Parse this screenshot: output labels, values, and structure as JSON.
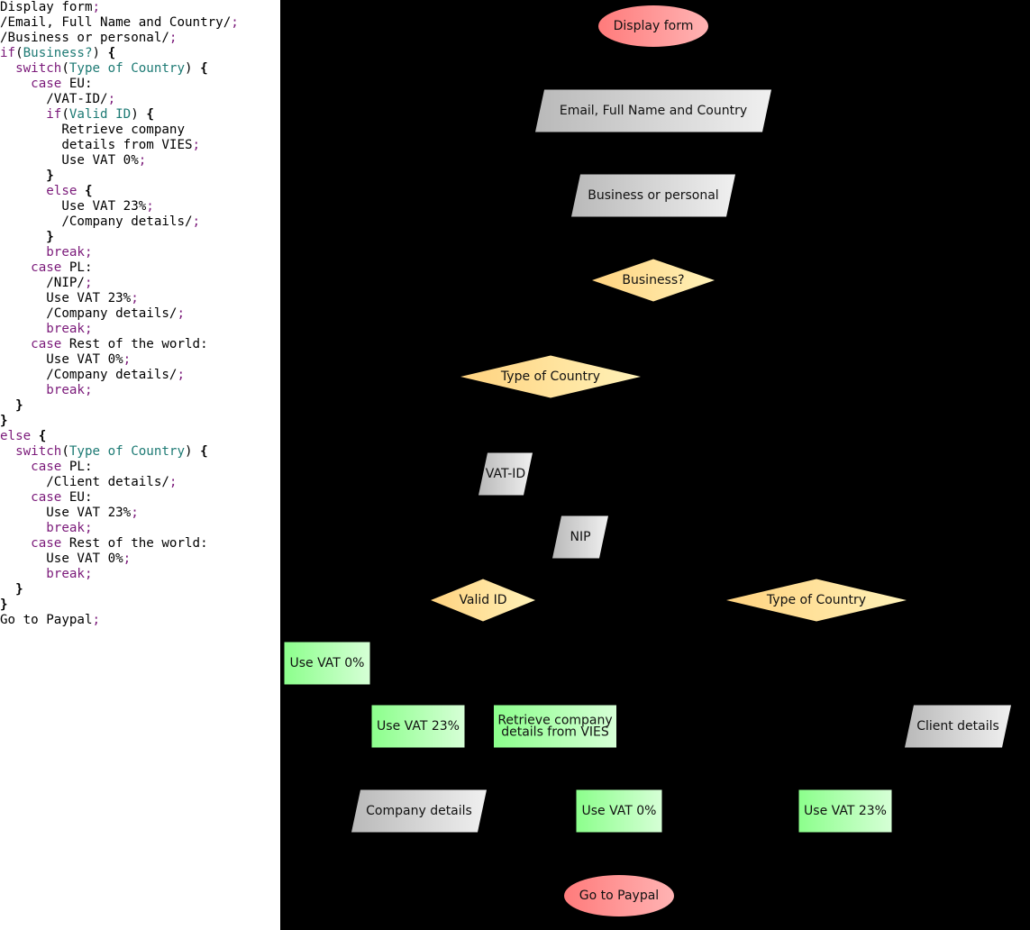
{
  "code_lines": [
    [
      {
        "t": "Display form"
      },
      {
        "t": ";",
        "c": "punct"
      }
    ],
    [
      {
        "t": "/Email, Full Name and Country/"
      },
      {
        "t": ";",
        "c": "punct"
      }
    ],
    [
      {
        "t": "/Business or personal/"
      },
      {
        "t": ";",
        "c": "punct"
      }
    ],
    [
      {
        "t": "if",
        "c": "kw"
      },
      {
        "t": "("
      },
      {
        "t": "Business?",
        "c": "cond"
      },
      {
        "t": ") "
      },
      {
        "t": "{",
        "c": "brace"
      }
    ],
    [
      {
        "t": "  switch",
        "c": "kw"
      },
      {
        "t": "("
      },
      {
        "t": "Type of Country",
        "c": "cond"
      },
      {
        "t": ") "
      },
      {
        "t": "{",
        "c": "brace"
      }
    ],
    [
      {
        "t": "    case",
        "c": "kw"
      },
      {
        "t": " EU:"
      }
    ],
    [
      {
        "t": "      /VAT-ID/"
      },
      {
        "t": ";",
        "c": "punct"
      }
    ],
    [
      {
        "t": "      if",
        "c": "kw"
      },
      {
        "t": "("
      },
      {
        "t": "Valid ID",
        "c": "cond"
      },
      {
        "t": ") "
      },
      {
        "t": "{",
        "c": "brace"
      }
    ],
    [
      {
        "t": "        Retrieve company"
      }
    ],
    [
      {
        "t": "        details from VIES"
      },
      {
        "t": ";",
        "c": "punct"
      }
    ],
    [
      {
        "t": "        Use VAT 0%"
      },
      {
        "t": ";",
        "c": "punct"
      }
    ],
    [
      {
        "t": "      }",
        "c": "brace"
      }
    ],
    [
      {
        "t": "      else",
        "c": "kw"
      },
      {
        "t": " "
      },
      {
        "t": "{",
        "c": "brace"
      }
    ],
    [
      {
        "t": "        Use VAT 23%"
      },
      {
        "t": ";",
        "c": "punct"
      }
    ],
    [
      {
        "t": "        /Company details/"
      },
      {
        "t": ";",
        "c": "punct"
      }
    ],
    [
      {
        "t": "      }",
        "c": "brace"
      }
    ],
    [
      {
        "t": "      break",
        "c": "kw"
      },
      {
        "t": ";",
        "c": "punct"
      }
    ],
    [
      {
        "t": "    case",
        "c": "kw"
      },
      {
        "t": " PL:"
      }
    ],
    [
      {
        "t": "      /NIP/"
      },
      {
        "t": ";",
        "c": "punct"
      }
    ],
    [
      {
        "t": "      Use VAT 23%"
      },
      {
        "t": ";",
        "c": "punct"
      }
    ],
    [
      {
        "t": "      /Company details/"
      },
      {
        "t": ";",
        "c": "punct"
      }
    ],
    [
      {
        "t": "      break",
        "c": "kw"
      },
      {
        "t": ";",
        "c": "punct"
      }
    ],
    [
      {
        "t": "    case",
        "c": "kw"
      },
      {
        "t": " Rest of the world:"
      }
    ],
    [
      {
        "t": "      Use VAT 0%"
      },
      {
        "t": ";",
        "c": "punct"
      }
    ],
    [
      {
        "t": "      /Company details/"
      },
      {
        "t": ";",
        "c": "punct"
      }
    ],
    [
      {
        "t": "      break",
        "c": "kw"
      },
      {
        "t": ";",
        "c": "punct"
      }
    ],
    [
      {
        "t": "  }",
        "c": "brace"
      }
    ],
    [
      {
        "t": "}",
        "c": "brace"
      }
    ],
    [
      {
        "t": "else",
        "c": "kw"
      },
      {
        "t": " "
      },
      {
        "t": "{",
        "c": "brace"
      }
    ],
    [
      {
        "t": "  switch",
        "c": "kw"
      },
      {
        "t": "("
      },
      {
        "t": "Type of Country",
        "c": "cond"
      },
      {
        "t": ") "
      },
      {
        "t": "{",
        "c": "brace"
      }
    ],
    [
      {
        "t": "    case",
        "c": "kw"
      },
      {
        "t": " PL:"
      }
    ],
    [
      {
        "t": "      /Client details/"
      },
      {
        "t": ";",
        "c": "punct"
      }
    ],
    [
      {
        "t": "    case",
        "c": "kw"
      },
      {
        "t": " EU:"
      }
    ],
    [
      {
        "t": "      Use VAT 23%"
      },
      {
        "t": ";",
        "c": "punct"
      }
    ],
    [
      {
        "t": "      break",
        "c": "kw"
      },
      {
        "t": ";",
        "c": "punct"
      }
    ],
    [
      {
        "t": "    case",
        "c": "kw"
      },
      {
        "t": " Rest of the world:"
      }
    ],
    [
      {
        "t": "      Use VAT 0%"
      },
      {
        "t": ";",
        "c": "punct"
      }
    ],
    [
      {
        "t": "      break",
        "c": "kw"
      },
      {
        "t": ";",
        "c": "punct"
      }
    ],
    [
      {
        "t": "  }",
        "c": "brace"
      }
    ],
    [
      {
        "t": "}",
        "c": "brace"
      }
    ],
    [
      {
        "t": "Go to Paypal"
      },
      {
        "t": ";",
        "c": "punct"
      }
    ]
  ],
  "flowchart": {
    "nodes": [
      {
        "id": "display-form",
        "label": "Display form",
        "shape": "terminal"
      },
      {
        "id": "email-fullname-country",
        "label": "Email, Full Name and Country",
        "shape": "io"
      },
      {
        "id": "business-or-personal",
        "label": "Business or personal",
        "shape": "io"
      },
      {
        "id": "business-decision",
        "label": "Business?",
        "shape": "decision"
      },
      {
        "id": "type-of-country-business",
        "label": "Type of Country",
        "shape": "decision"
      },
      {
        "id": "vat-id",
        "label": "VAT-ID",
        "shape": "io"
      },
      {
        "id": "nip",
        "label": "NIP",
        "shape": "io"
      },
      {
        "id": "valid-id",
        "label": "Valid ID",
        "shape": "decision"
      },
      {
        "id": "type-of-country-personal",
        "label": "Type of Country",
        "shape": "decision"
      },
      {
        "id": "use-vat-0-a",
        "label": "Use VAT 0%",
        "shape": "process"
      },
      {
        "id": "use-vat-23-a",
        "label": "Use VAT 23%",
        "shape": "process"
      },
      {
        "id": "retrieve-company",
        "label": [
          "Retrieve company",
          "details from VIES"
        ],
        "shape": "process"
      },
      {
        "id": "client-details",
        "label": "Client details",
        "shape": "io"
      },
      {
        "id": "company-details",
        "label": "Company details",
        "shape": "io"
      },
      {
        "id": "use-vat-0-b",
        "label": "Use VAT 0%",
        "shape": "process"
      },
      {
        "id": "use-vat-23-b",
        "label": "Use VAT 23%",
        "shape": "process"
      },
      {
        "id": "go-to-paypal",
        "label": "Go to Paypal",
        "shape": "terminal"
      }
    ],
    "colors": {
      "background": "#000000",
      "terminal": [
        "#ff7b7b",
        "#ffb3b3"
      ],
      "io": [
        "#b9b9b9",
        "#f0f0f0"
      ],
      "decision": [
        "#ffd27f",
        "#fff2b8"
      ],
      "process": [
        "#8cff8c",
        "#d6ffd6"
      ]
    }
  }
}
